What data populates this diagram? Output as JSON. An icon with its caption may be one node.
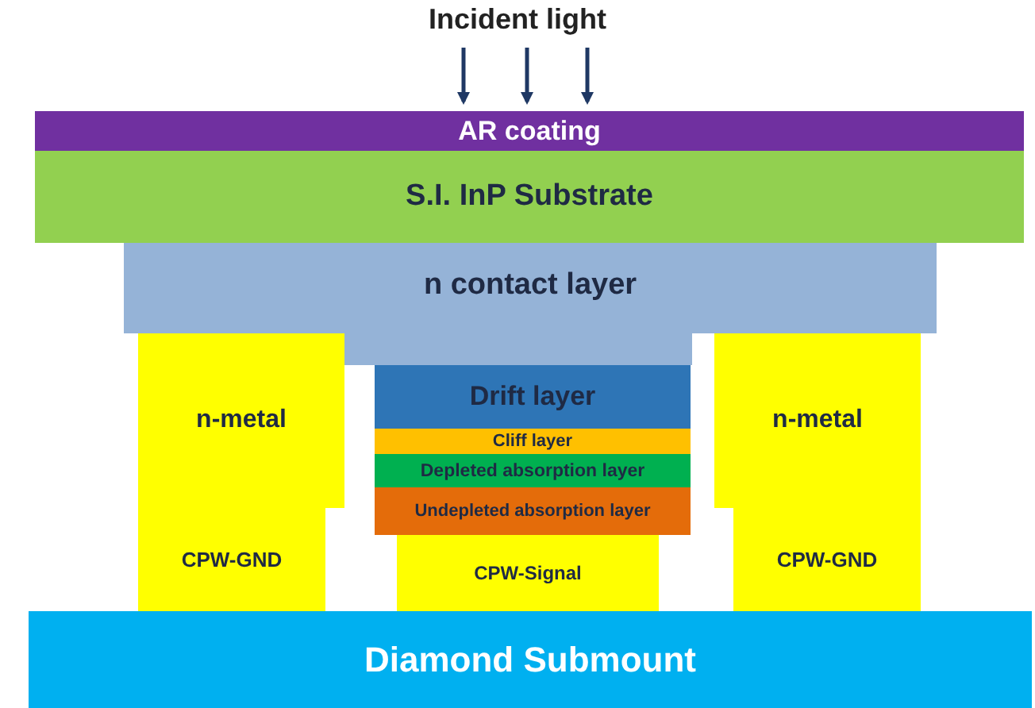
{
  "diagram": {
    "nodes": [
      {
        "text": [
          "AR coating"
        ]
      },
      {
        "text": [
          "S.I. InP Substrate"
        ]
      },
      {
        "text": [
          "n contact layer"
        ]
      },
      {
        "text": [
          "n-metal"
        ]
      },
      {
        "text": [
          "Drift layer"
        ]
      },
      {
        "text": [
          "n-metal"
        ]
      },
      {
        "text": [
          "Cliff layer"
        ]
      },
      {
        "text": [
          "Depleted absorption layer"
        ]
      },
      {
        "text": [
          "Undepleted absorption layer"
        ]
      },
      {
        "text": [
          "CPW-GND"
        ]
      },
      {
        "text": [
          "CPW-Signal"
        ]
      },
      {
        "text": [
          "CPW-GND"
        ]
      },
      {
        "text": [
          "Diamond Submount"
        ]
      }
    ],
    "labels": [
      "Incident light"
    ]
  }
}
